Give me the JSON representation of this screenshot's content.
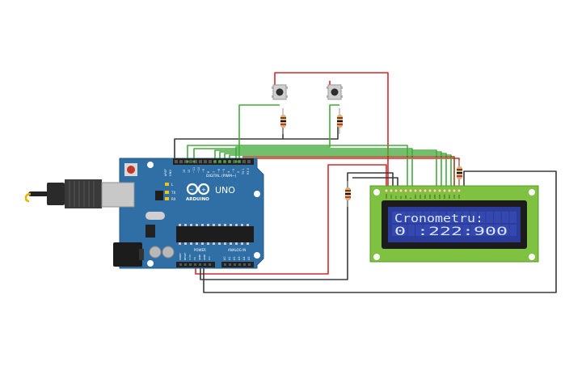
{
  "arduino": {
    "logo_text": "ARDUINO",
    "model": "UNO",
    "digital_header": "DIGITAL (PWM~)",
    "power_header": "POWER",
    "analog_header": "ANALOG IN",
    "led_labels": [
      "L",
      "TX",
      "RX"
    ],
    "aref_label": "AREF",
    "gnd_label": "GND",
    "digital_pins": [
      "13",
      "12",
      "~11",
      "~10",
      "~9",
      "8",
      "7",
      "~6",
      "~5",
      "4",
      "~3",
      "2",
      "TX 1",
      "RX 0"
    ],
    "power_pins": [
      "IOREF",
      "RESET",
      "3.3V",
      "5V",
      "GND",
      "GND",
      "Vin"
    ],
    "analog_pins": [
      "A0",
      "A1",
      "A2",
      "A3",
      "A4",
      "A5"
    ]
  },
  "lcd": {
    "line1": "Cronometru:",
    "line2": "0     :222:900",
    "pin_labels": [
      "GND",
      "VCC",
      "V0",
      "RS",
      "RW",
      "E",
      "DB0",
      "DB1",
      "DB2",
      "DB3",
      "DB4",
      "DB5",
      "DB6",
      "DB7",
      "LED",
      "LED"
    ],
    "backlight_color": "#2b3c9b",
    "board_color": "#7fc242",
    "text_color": "#d8e6ff"
  },
  "colors": {
    "wire_red": "#d42a2a",
    "wire_black": "#3a3a3a",
    "wire_green": "#43ab3c",
    "board": "#2f6fa6"
  }
}
